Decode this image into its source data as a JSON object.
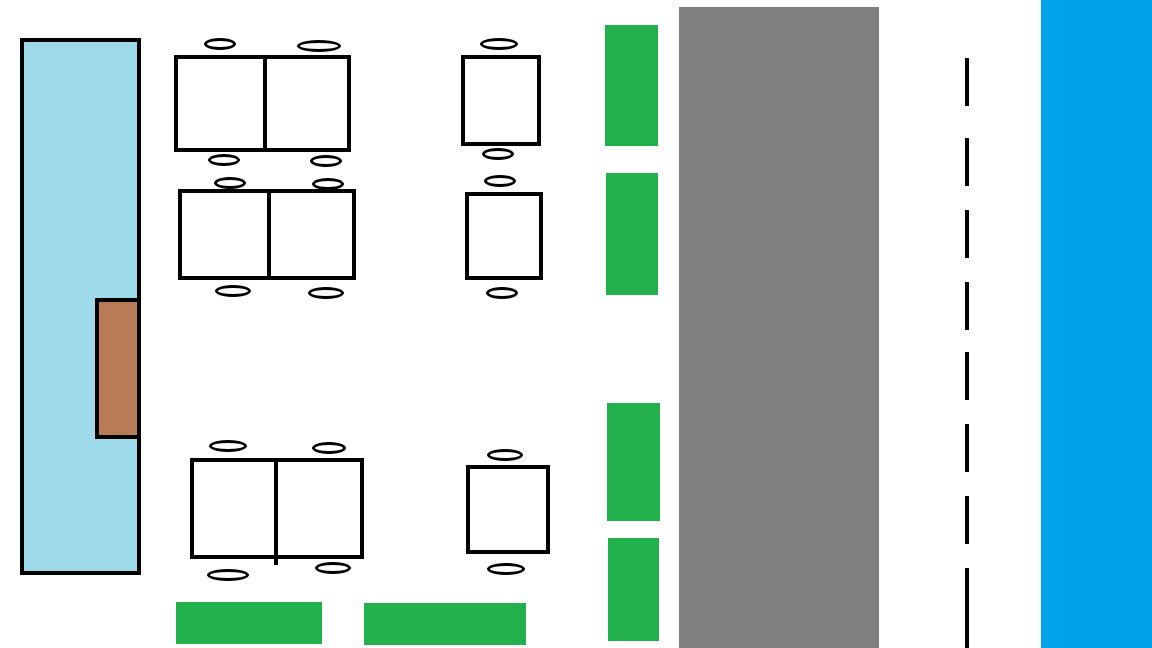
{
  "colors": {
    "building": "#9ed9ea",
    "door": "#b97a57",
    "planter": "#22b14c",
    "road": "#7f7f7f",
    "water": "#00a2e8",
    "outline": "#000000"
  },
  "elements": {
    "building": "light-blue-rectangle",
    "door": "brown-rectangle",
    "tables": "white-rectangles-with-chairs",
    "planters": "green-rectangles",
    "road": "gray-rectangle",
    "lane_marking": "dashed-black-line",
    "water": "blue-rectangle"
  }
}
